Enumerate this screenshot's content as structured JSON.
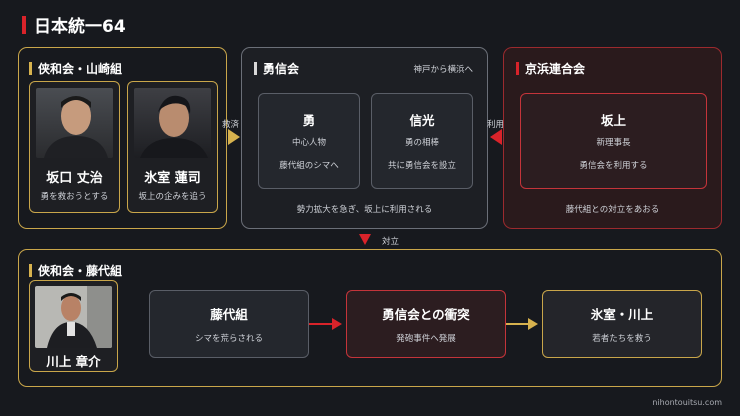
{
  "title": "日本統一64",
  "colors": {
    "gold": "#c9a64a",
    "red": "#d9232a",
    "gray": "#6b6f78",
    "background": "#17191e"
  },
  "kyowa_yamazaki": {
    "title": "侠和会・山崎組",
    "people": [
      {
        "name": "坂口 丈治",
        "desc": "勇を救おうとする"
      },
      {
        "name": "氷室 蓮司",
        "desc": "坂上の企みを追う"
      }
    ]
  },
  "yushin": {
    "title": "勇信会",
    "subtitle": "神戸から横浜へ",
    "members": [
      {
        "name": "勇",
        "lines": [
          "中心人物",
          "藤代組のシマへ"
        ]
      },
      {
        "name": "信光",
        "lines": [
          "勇の相棒",
          "共に勇信会を設立"
        ]
      }
    ],
    "note": "勢力拡大を急ぎ、坂上に利用される"
  },
  "keihin": {
    "title": "京浜連合会",
    "member": {
      "name": "坂上",
      "lines": [
        "新理事長",
        "勇信会を利用する"
      ]
    },
    "note": "藤代組との対立をあおる"
  },
  "arrows": {
    "rescue": "救済",
    "use": "利用",
    "conflict": "対立"
  },
  "kyowa_fujishiro": {
    "title": "侠和会・藤代組",
    "person": {
      "name": "川上 章介"
    },
    "flow": [
      {
        "name": "藤代組",
        "line": "シマを荒らされる"
      },
      {
        "name": "勇信会との衝突",
        "line": "発砲事件へ発展"
      },
      {
        "name": "氷室・川上",
        "line": "若者たちを救う"
      }
    ]
  },
  "footer": {
    "site": "nihontouitsu.com"
  }
}
